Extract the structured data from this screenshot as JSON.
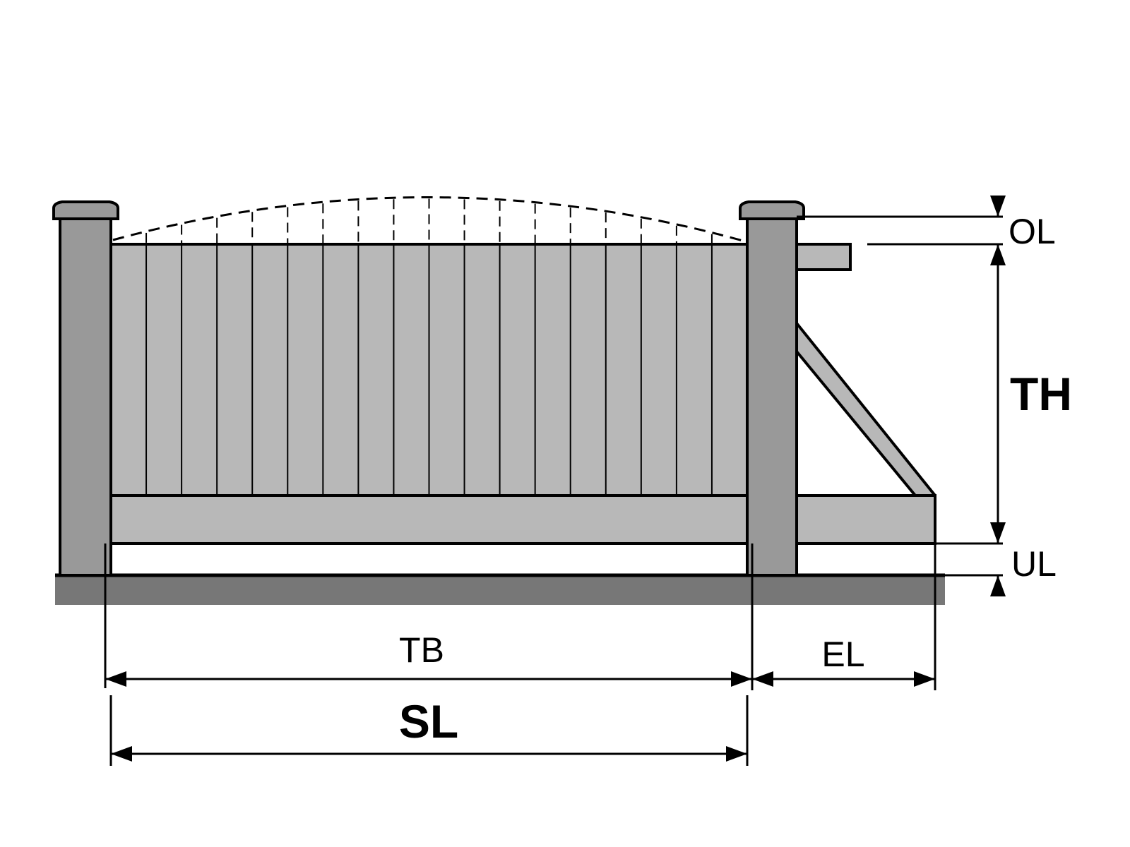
{
  "colors": {
    "background": "#ffffff",
    "post": "#999999",
    "panel": "#b8b8b8",
    "ground": "#777777",
    "line": "#000000"
  },
  "labels": {
    "ol": "OL",
    "th": "TH",
    "ul": "UL",
    "tb": "TB",
    "el": "EL",
    "sl": "SL"
  }
}
